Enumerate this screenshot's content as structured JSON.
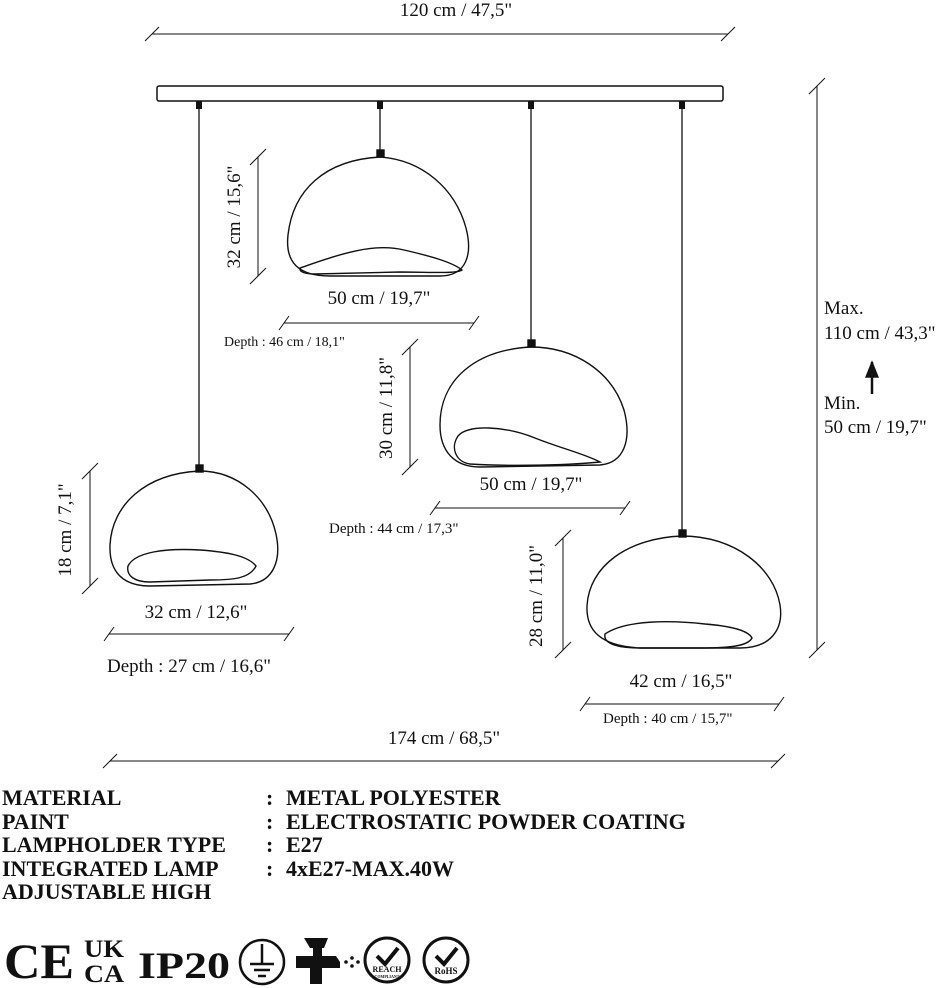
{
  "dimensions": {
    "top_width": "120 cm / 47,5\"",
    "total_width": "174 cm / 68,5\"",
    "height_max_label": "Max.",
    "height_max_value": "110 cm / 43,3\"",
    "height_min_label": "Min.",
    "height_min_value": "50 cm / 19,7\""
  },
  "lamps": [
    {
      "height": "32 cm / 15,6\"",
      "width": "50 cm / 19,7\"",
      "depth": "Depth : 46 cm / 18,1\""
    },
    {
      "height": "30 cm / 11,8\"",
      "width": "50 cm / 19,7\"",
      "depth": "Depth : 44 cm / 17,3\""
    },
    {
      "height": "18 cm / 7,1\"",
      "width": "32 cm / 12,6\"",
      "depth": "Depth : 27 cm / 16,6\""
    },
    {
      "height": "28 cm / 11,0\"",
      "width": "42 cm / 16,5\"",
      "depth": "Depth : 40 cm / 15,7\""
    }
  ],
  "specs": [
    {
      "label": "MATERIAL",
      "colon": ":",
      "value": "METAL POLYESTER"
    },
    {
      "label": "PAINT",
      "colon": ":",
      "value": "ELECTROSTATIC POWDER COATING"
    },
    {
      "label": "LAMPHOLDER TYPE",
      "colon": ":",
      "value": "E27"
    },
    {
      "label": "INTEGRATED LAMP",
      "colon": ":",
      "value": "4xE27-MAX.40W"
    },
    {
      "label": "ADJUSTABLE HIGH",
      "colon": "",
      "value": ""
    }
  ],
  "certifications": {
    "ce": "CE",
    "ukca_top": "UK",
    "ukca_bottom": "CA",
    "ip": "IP20",
    "ground_icon": "ground-symbol-icon",
    "spray_icon": "spray-gun-icon",
    "reach": "REACH",
    "reach_sub": "COMPLIANT",
    "rohs": "RoHS"
  }
}
